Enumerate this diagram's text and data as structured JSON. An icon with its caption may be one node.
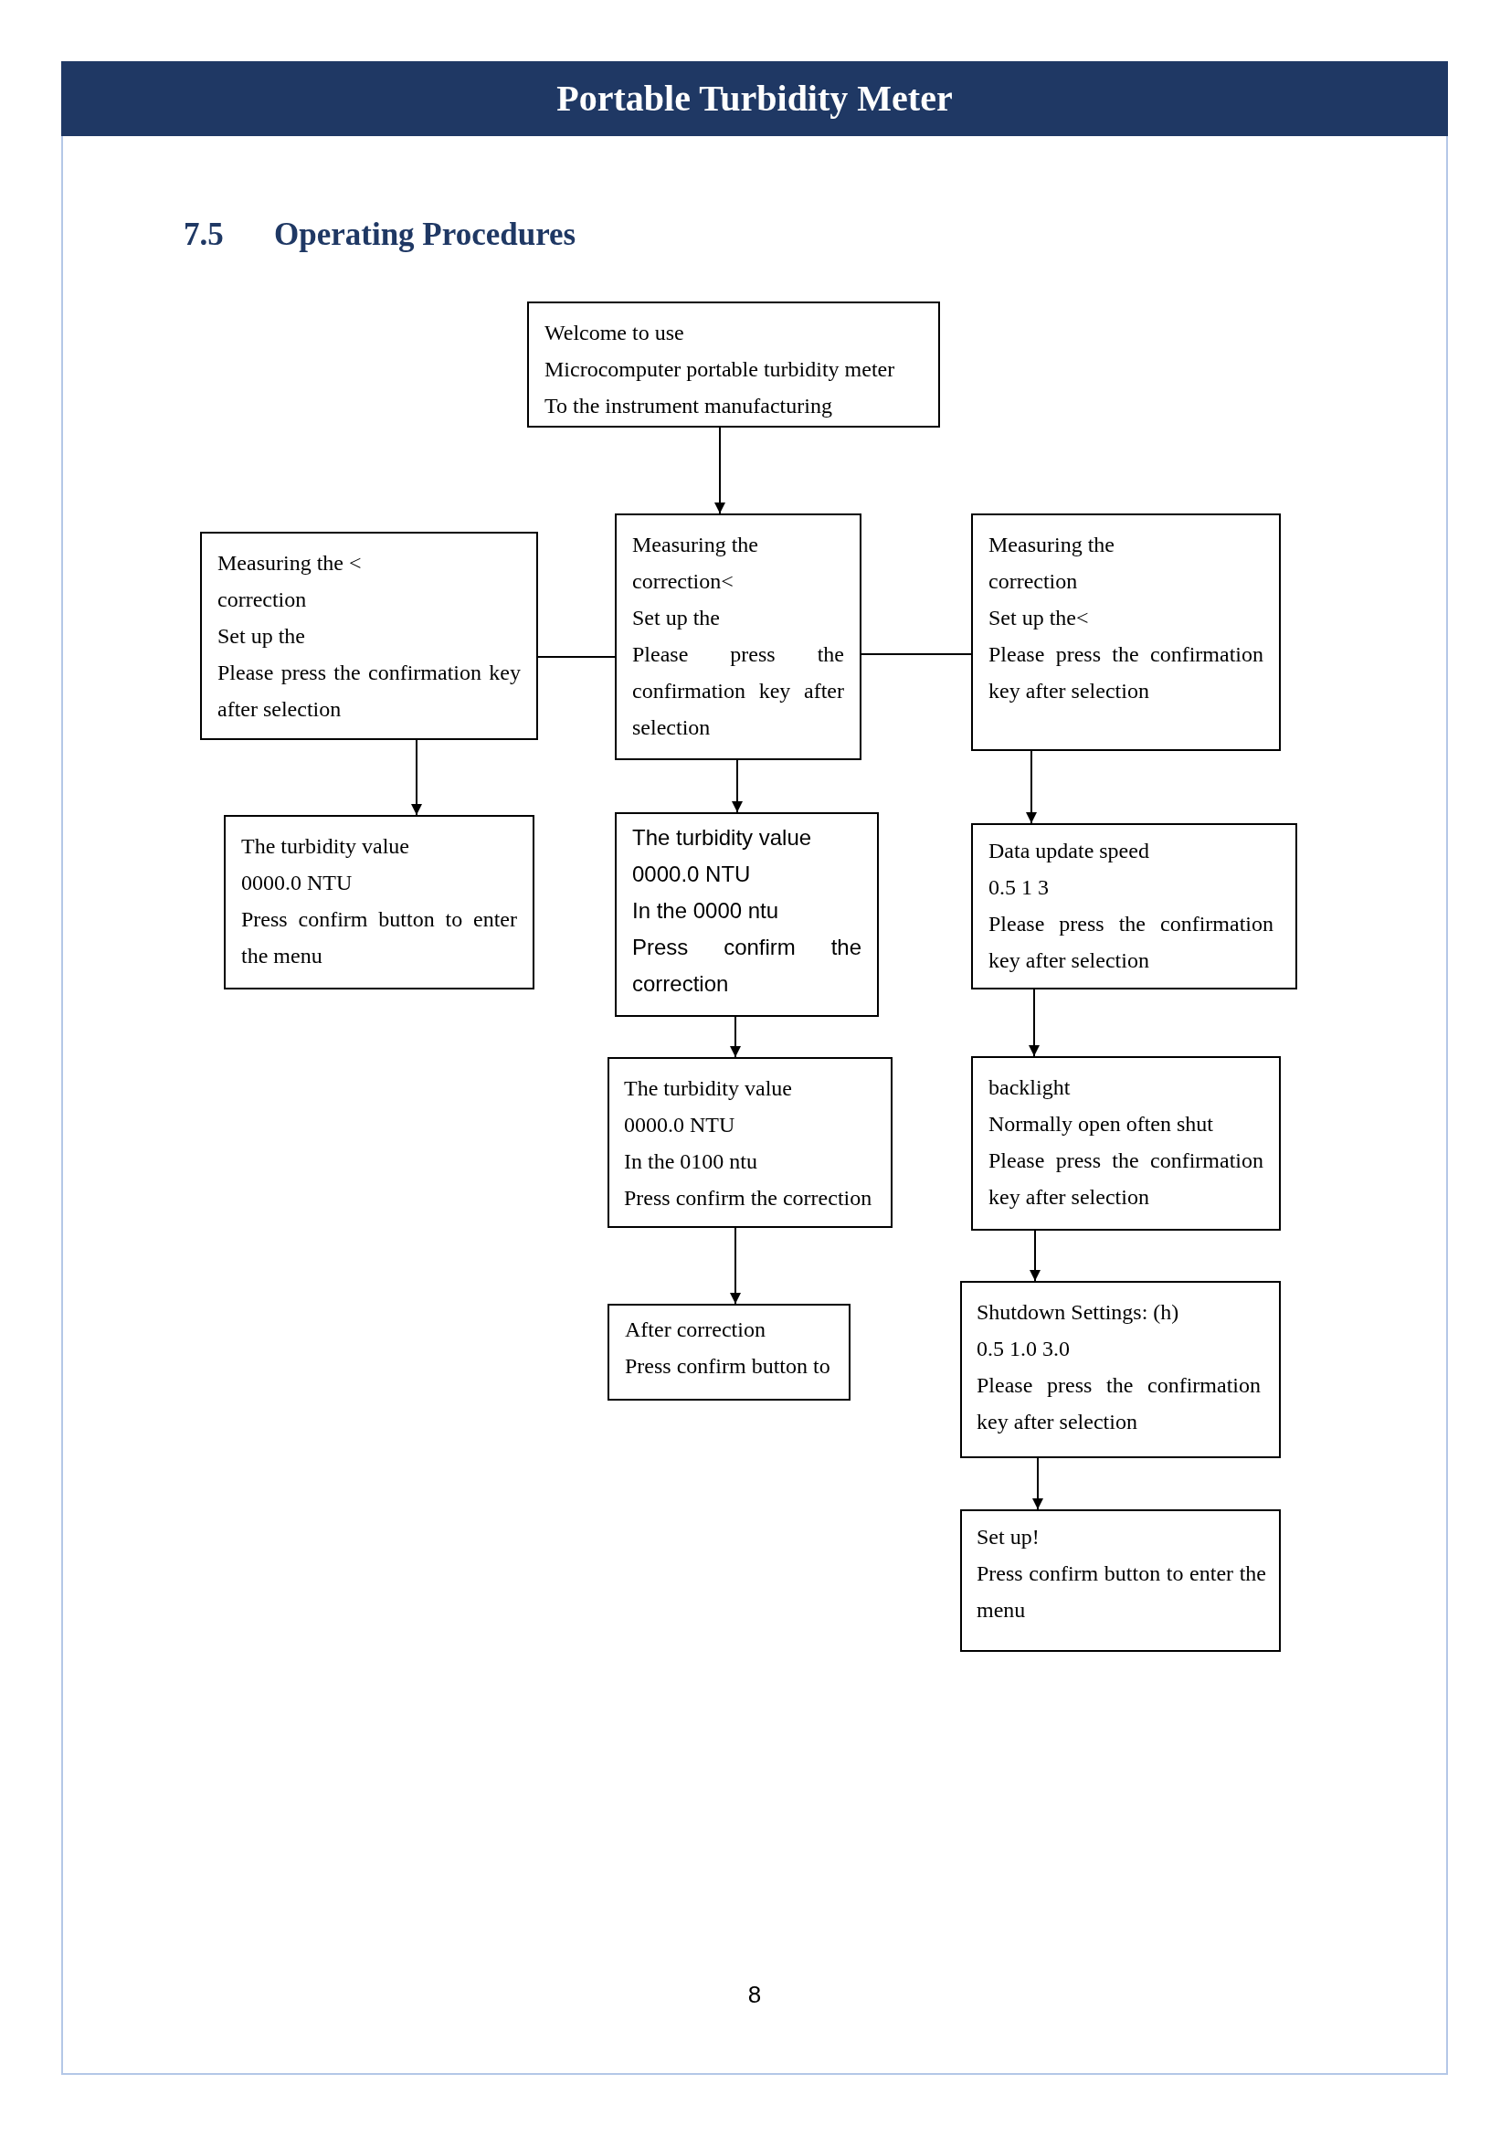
{
  "diagram": {
    "title": "Operating Procedures",
    "nodes": [
      {
        "text": [
          "Welcome to use",
          "Microcomputer portable turbidity meter",
          "To the instrument manufacturing"
        ]
      },
      {
        "text": [
          "Measuring the <",
          "correction",
          "Set up the",
          "Please press the confirmation key after selection"
        ]
      },
      {
        "text": [
          "Measuring the",
          "correction<",
          "Set up the",
          "Please press the confirmation key after selection"
        ]
      },
      {
        "text": [
          "Measuring the",
          "correction",
          "Set up the<",
          "Please press the confirmation key after selection"
        ]
      },
      {
        "text": [
          "The turbidity value",
          "0000.0 NTU",
          "Press confirm button to enter the menu"
        ]
      },
      {
        "text": [
          "The turbidity value",
          "0000.0 NTU",
          "In the 0000 ntu",
          "Press confirm the correction"
        ]
      },
      {
        "text": [
          "The turbidity value",
          "0000.0 NTU",
          "In the 0100 ntu",
          "Press confirm the correction"
        ]
      },
      {
        "text": [
          "After correction",
          "Press confirm button to"
        ]
      },
      {
        "text": [
          "Data update speed",
          "0.5 1 3",
          "Please press the confirmation key after selection"
        ]
      },
      {
        "text": [
          "backlight",
          "Normally open often shut",
          "Please press the confirmation key after selection"
        ]
      },
      {
        "text": [
          "Shutdown Settings: (h)",
          "0.5 1.0 3.0",
          "Please press the confirmation key after selection"
        ]
      },
      {
        "text": [
          "Set up!",
          "Press confirm button to enter the menu"
        ]
      }
    ],
    "edges": [
      {
        "from": 0,
        "to": 2,
        "arrow": "to"
      },
      {
        "from": 2,
        "to": 1,
        "arrow": "none"
      },
      {
        "from": 2,
        "to": 3,
        "arrow": "none"
      },
      {
        "from": 1,
        "to": 4,
        "arrow": "to"
      },
      {
        "from": 2,
        "to": 5,
        "arrow": "to"
      },
      {
        "from": 3,
        "to": 8,
        "arrow": "to"
      },
      {
        "from": 5,
        "to": 6,
        "arrow": "to"
      },
      {
        "from": 6,
        "to": 7,
        "arrow": "to"
      },
      {
        "from": 8,
        "to": 9,
        "arrow": "to"
      },
      {
        "from": 9,
        "to": 10,
        "arrow": "to"
      },
      {
        "from": 10,
        "to": 11,
        "arrow": "to"
      }
    ],
    "labels": [
      "Portable Turbidity Meter",
      "7.5",
      "8"
    ]
  }
}
